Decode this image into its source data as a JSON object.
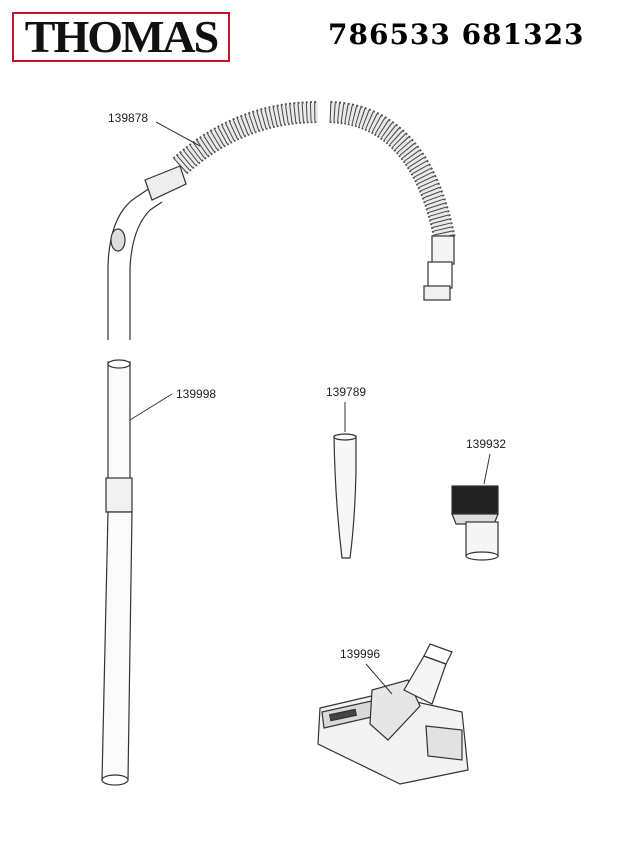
{
  "brand": {
    "name": "THOMAS",
    "accent_color": "#c8102e"
  },
  "header": {
    "model_numbers": "786533 681323"
  },
  "parts": [
    {
      "id": "hose",
      "number": "139878"
    },
    {
      "id": "telescopic-tube",
      "number": "139998"
    },
    {
      "id": "crevice-nozzle",
      "number": "139789"
    },
    {
      "id": "dusting-brush",
      "number": "139932"
    },
    {
      "id": "floor-nozzle",
      "number": "139996"
    }
  ]
}
